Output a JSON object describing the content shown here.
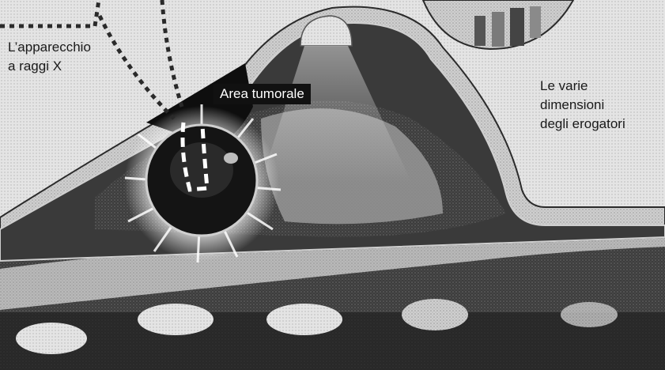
{
  "labels": {
    "xray_device": [
      "L’apparecchio",
      "a raggi X"
    ],
    "tumor_area": "Area tumorale",
    "applicator_sizes": [
      "Le varie",
      "dimensioni",
      "degli erogatori"
    ]
  }
}
